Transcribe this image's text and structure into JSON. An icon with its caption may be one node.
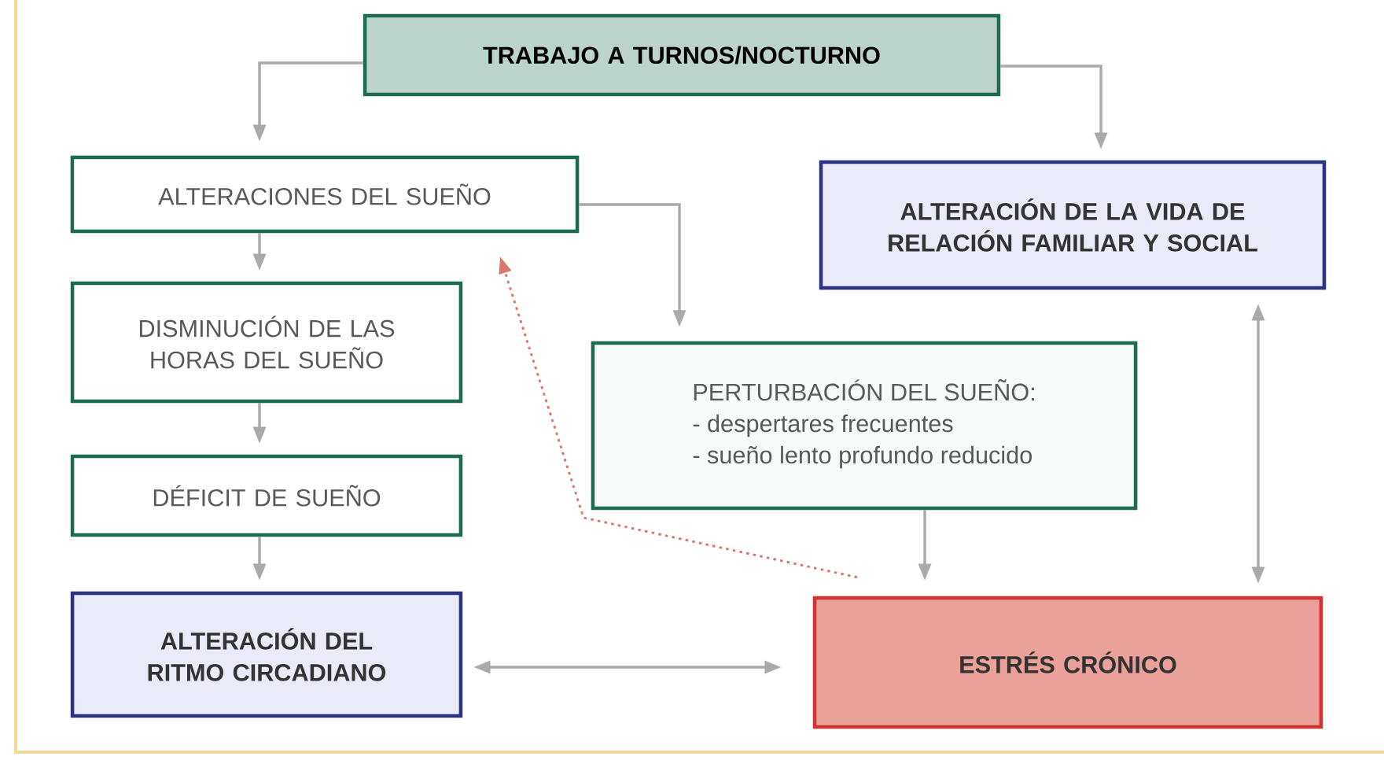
{
  "diagram": {
    "nodes": [
      {
        "text": [
          "TRABAJO A TURNOS/NOCTURNO"
        ]
      },
      {
        "text": [
          "ALTERACIONES DEL SUEÑO"
        ]
      },
      {
        "text": [
          "ALTERACIÓN DE LA VIDA DE RELACIÓN FAMILIAR Y SOCIAL"
        ]
      },
      {
        "text": [
          "DISMINUCIÓN DE LAS HORAS DEL SUEÑO"
        ]
      },
      {
        "text": [
          "PERTURBACIÓN DEL SUEÑO:",
          "- despertares frecuentes",
          "- sueño lento profundo reducido"
        ]
      },
      {
        "text": [
          "DÉFICIT DE SUEÑO"
        ]
      },
      {
        "text": [
          "ALTERACIÓN DEL RITMO CIRCADIANO"
        ]
      },
      {
        "text": [
          "ESTRÉS CRÓNICO"
        ]
      }
    ],
    "edges": [
      {
        "from": 0,
        "to": 1,
        "arrow": "to"
      },
      {
        "from": 0,
        "to": 2,
        "arrow": "to"
      },
      {
        "from": 1,
        "to": 3,
        "arrow": "to"
      },
      {
        "from": 1,
        "to": 4,
        "arrow": "to"
      },
      {
        "from": 3,
        "to": 5,
        "arrow": "to"
      },
      {
        "from": 5,
        "to": 6,
        "arrow": "to"
      },
      {
        "from": 4,
        "to": 7,
        "arrow": "to"
      },
      {
        "from": 7,
        "to": 1,
        "arrow": "to",
        "style": "dashed",
        "color": "#d9776e"
      },
      {
        "from": 6,
        "to": 7,
        "arrow": "both"
      },
      {
        "from": 7,
        "to": 2,
        "arrow": "both"
      }
    ]
  }
}
